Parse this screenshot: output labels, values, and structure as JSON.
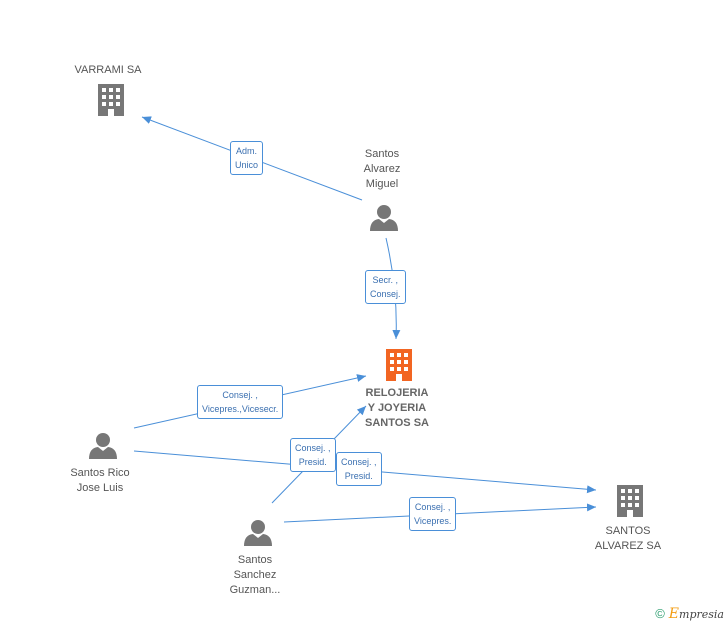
{
  "nodes": {
    "varrami": {
      "lines": [
        "VARRAMI SA"
      ],
      "icon": "building-icon"
    },
    "santos_alvarez_miguel": {
      "lines": [
        "Santos",
        "Alvarez",
        "Miguel"
      ],
      "icon": "person-icon"
    },
    "relojeria": {
      "lines": [
        "RELOJERIA",
        "Y JOYERIA",
        "SANTOS SA"
      ],
      "icon": "building-icon"
    },
    "santos_rico": {
      "lines": [
        "Santos Rico",
        "Jose Luis"
      ],
      "icon": "person-icon"
    },
    "santos_sanchez": {
      "lines": [
        "Santos",
        "Sanchez",
        "Guzman..."
      ],
      "icon": "person-icon"
    },
    "santos_alvarez_sa": {
      "lines": [
        "SANTOS",
        "ALVAREZ SA"
      ],
      "icon": "building-icon"
    }
  },
  "edges": {
    "adm_unico": [
      "Adm.",
      "Unico"
    ],
    "secr_consej": [
      "Secr. ,",
      "Consej."
    ],
    "consej_vicepres_vicesecr": [
      "Consej. ,",
      "Vicepres.,Vicesecr."
    ],
    "consej_presid_1": [
      "Consej. ,",
      "Presid."
    ],
    "consej_presid_2": [
      "Consej. ,",
      "Presid."
    ],
    "consej_vicepres": [
      "Consej. ,",
      "Vicepres."
    ]
  },
  "footer": {
    "copyright": "©",
    "brand_initial": "E",
    "brand_rest": "mpresia"
  },
  "colors": {
    "edge": "#4a8fd8",
    "icon": "#777777",
    "main_icon": "#f26522"
  }
}
